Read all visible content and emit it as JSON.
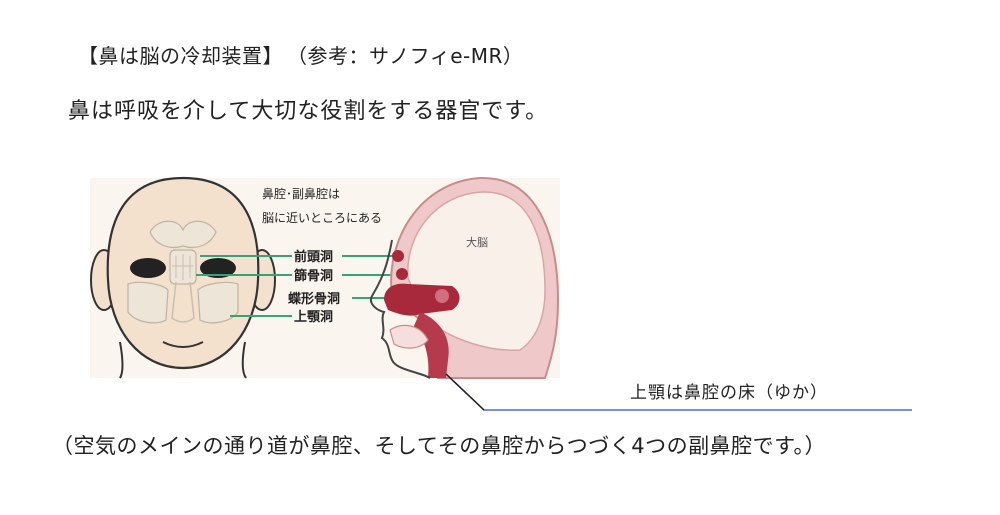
{
  "heading": {
    "title": "【鼻は脳の冷却装置】",
    "reference": "（参考：サノフィe-MR）"
  },
  "subtitle": "鼻は呼吸を介して大切な役割をする器官です。",
  "diagram": {
    "note_line1": "鼻腔･副鼻腔は",
    "note_line2": "脳に近いところにある",
    "labels": {
      "frontal": "前頭洞",
      "ethmoid": "篩骨洞",
      "sphenoid": "蝶形骨洞",
      "maxillary": "上顎洞",
      "brain": "大脳"
    },
    "floor_label": "上顎は鼻腔の床（ゆか）"
  },
  "caption": "（空気のメインの通り道が鼻腔、そしてその鼻腔からつづく4つの副鼻腔です。）",
  "colors": {
    "label_line": "#3aa07a",
    "skin": "#f3e0cd",
    "sinus": "#ede6d8",
    "tissue": "#a8283c",
    "pointer_line": "#4a6fc9"
  }
}
